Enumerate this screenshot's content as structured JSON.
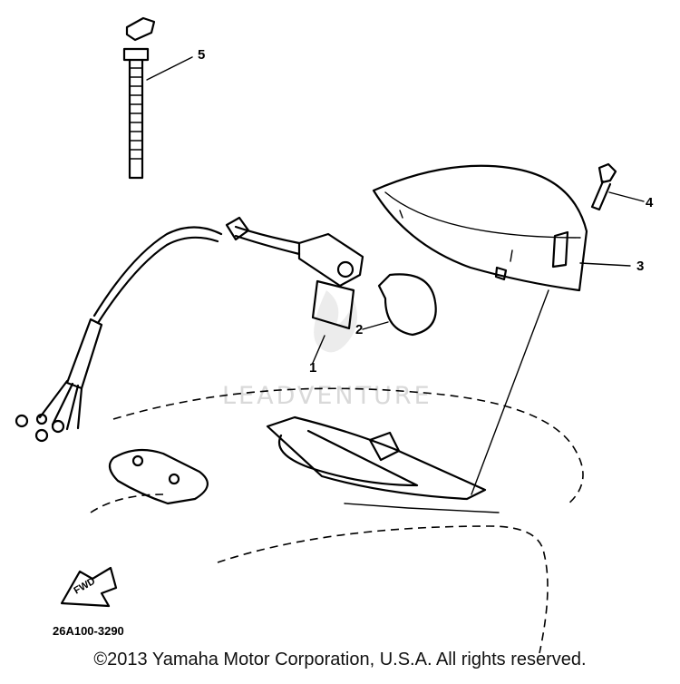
{
  "diagram": {
    "callouts": [
      "1",
      "2",
      "3",
      "4",
      "5"
    ],
    "part_number": "26A100-3290",
    "fwd_label": "FWD",
    "watermark": "LEADVENTURE",
    "copyright": "©2013 Yamaha Motor Corporation, U.S.A. All rights reserved."
  }
}
